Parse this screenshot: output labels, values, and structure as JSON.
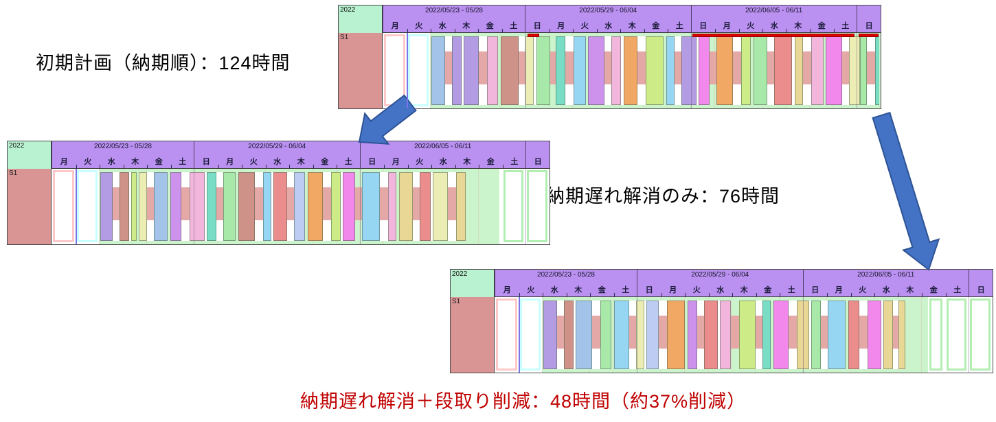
{
  "slide": {
    "captions": [
      {
        "id": "initial",
        "text": "初期計画（納期順）：124時間",
        "color": "#000000"
      },
      {
        "id": "delay-only",
        "text": "納期遅れ解消のみ：76時間",
        "color": "#000000"
      },
      {
        "id": "delay-setup",
        "text": "納期遅れ解消＋段取り削減：48時間（約37%削減）",
        "color": "#c00000"
      }
    ],
    "arrow": {
      "fill": "#4472c4",
      "stroke": "#2e5395"
    }
  },
  "theme": {
    "header_purple": "#ba90f0",
    "year_green": "#b9f2d1",
    "resource_pink": "#d99494",
    "work_green": "#ccf4cc",
    "setup_salmon": "#e4a9a7",
    "late_red": "#e10000",
    "lead_pink_border": "#ffc8c8",
    "lead_cyan_border": "#c8ffff",
    "cursor_blue": "#7b74e8",
    "empty_green_border": "#b2eeb2"
  },
  "palette": [
    "#b39ce4",
    "#cf9289",
    "#ecedb4",
    "#a3c4e8",
    "#cd92ec",
    "#f2b6dc",
    "#a8e8a8",
    "#79ddc6",
    "#f2a865",
    "#cdeb86",
    "#97d6f2",
    "#ec8d8d",
    "#f287ec",
    "#e8d795",
    "#bcccf2",
    "#aae8d2"
  ],
  "charts": [
    {
      "name": "initial-plan",
      "year": "2022",
      "resource": "S1",
      "weeks": [
        {
          "title": "2022/05/23 - 05/28",
          "days": [
            "月",
            "火",
            "水",
            "木",
            "金",
            "土"
          ]
        },
        {
          "title": "2022/05/29 - 06/04",
          "days": [
            "日",
            "月",
            "火",
            "水",
            "木",
            "金",
            "土"
          ]
        },
        {
          "title": "2022/06/05 - 06/11",
          "days": [
            "日",
            "月",
            "火",
            "水",
            "木",
            "金",
            "土"
          ]
        },
        {
          "title": "",
          "days": [
            "日"
          ]
        }
      ],
      "lead_cells": [
        {
          "border": "#ffc8c8",
          "cursor": false
        },
        {
          "border": "#c8ffff",
          "cursor": true
        }
      ],
      "work_start_day": 2,
      "work_end_day": 21,
      "late_markers": [
        {
          "start_day": 6.1,
          "days": 0.55
        },
        {
          "start_day": 13.05,
          "days": 6.9
        },
        {
          "start_day": 20.05,
          "days": 0.9
        }
      ],
      "empty_cells": [],
      "bars": [
        [
          "b",
          20,
          3
        ],
        [
          "s",
          10
        ],
        [
          "b",
          14,
          0
        ],
        [
          "w",
          3
        ],
        [
          "b",
          22,
          0
        ],
        [
          "s",
          12
        ],
        [
          "b",
          16,
          5
        ],
        [
          "g",
          4
        ],
        [
          "b",
          26,
          1
        ],
        [
          "s",
          10
        ],
        [
          "b",
          12,
          2
        ],
        [
          "w",
          4
        ],
        [
          "b",
          20,
          6
        ],
        [
          "t",
          8
        ],
        [
          "b",
          14,
          7
        ],
        [
          "s",
          12
        ],
        [
          "b",
          18,
          10
        ],
        [
          "g",
          3
        ],
        [
          "b",
          24,
          4
        ],
        [
          "s",
          10
        ],
        [
          "b",
          14,
          5
        ],
        [
          "w",
          4
        ],
        [
          "b",
          20,
          8
        ],
        [
          "s",
          12
        ],
        [
          "b",
          26,
          9
        ],
        [
          "g",
          4
        ],
        [
          "b",
          12,
          10
        ],
        [
          "s",
          10
        ],
        [
          "b",
          22,
          0
        ],
        [
          "w",
          3
        ],
        [
          "b",
          16,
          12
        ],
        [
          "t",
          10
        ],
        [
          "b",
          24,
          8
        ],
        [
          "s",
          12
        ],
        [
          "b",
          14,
          9
        ],
        [
          "g",
          4
        ],
        [
          "b",
          20,
          6
        ],
        [
          "s",
          10
        ],
        [
          "b",
          26,
          11
        ],
        [
          "w",
          4
        ],
        [
          "b",
          12,
          13
        ],
        [
          "s",
          12
        ],
        [
          "b",
          18,
          5
        ],
        [
          "g",
          3
        ],
        [
          "b",
          24,
          12
        ],
        [
          "s",
          10
        ],
        [
          "b",
          16,
          2
        ],
        [
          "b",
          10,
          6
        ],
        [
          "s",
          12
        ],
        [
          "b",
          18,
          7
        ]
      ]
    },
    {
      "name": "delay-resolved-only",
      "year": "2022",
      "resource": "S1",
      "weeks": [
        {
          "title": "2022/05/23 - 05/28",
          "days": [
            "月",
            "火",
            "水",
            "木",
            "金",
            "土"
          ]
        },
        {
          "title": "2022/05/29 - 06/04",
          "days": [
            "日",
            "月",
            "火",
            "水",
            "木",
            "金",
            "土"
          ]
        },
        {
          "title": "2022/06/05 - 06/11",
          "days": [
            "日",
            "月",
            "火",
            "水",
            "木",
            "金",
            "土"
          ]
        },
        {
          "title": "",
          "days": [
            "日"
          ]
        }
      ],
      "lead_cells": [
        {
          "border": "#ffc8c8",
          "cursor": false
        },
        {
          "border": "#c8ffff",
          "cursor": true
        }
      ],
      "work_start_day": 2,
      "work_end_day": 18.9,
      "late_markers": [],
      "empty_cells": [
        [
          19,
          20
        ],
        [
          20,
          21
        ]
      ],
      "bars": [
        [
          "b",
          18,
          0
        ],
        [
          "s",
          10
        ],
        [
          "b",
          14,
          1
        ],
        [
          "w",
          3
        ],
        [
          "b",
          8,
          9
        ],
        [
          "g",
          3
        ],
        [
          "b",
          12,
          2
        ],
        [
          "s",
          10
        ],
        [
          "b",
          20,
          3
        ],
        [
          "g",
          4
        ],
        [
          "b",
          16,
          4
        ],
        [
          "s",
          12
        ],
        [
          "b",
          22,
          5
        ],
        [
          "w",
          3
        ],
        [
          "b",
          14,
          7
        ],
        [
          "s",
          10
        ],
        [
          "b",
          18,
          6
        ],
        [
          "g",
          4
        ],
        [
          "b",
          24,
          1
        ],
        [
          "s",
          12
        ],
        [
          "b",
          12,
          10
        ],
        [
          "w",
          3
        ],
        [
          "b",
          20,
          11
        ],
        [
          "s",
          10
        ],
        [
          "b",
          16,
          14
        ],
        [
          "g",
          4
        ],
        [
          "b",
          22,
          8
        ],
        [
          "s",
          12
        ],
        [
          "b",
          14,
          9
        ],
        [
          "w",
          3
        ],
        [
          "b",
          18,
          12
        ],
        [
          "t",
          10
        ],
        [
          "b",
          26,
          10
        ],
        [
          "s",
          12
        ],
        [
          "b",
          12,
          5
        ],
        [
          "g",
          4
        ],
        [
          "b",
          20,
          13
        ],
        [
          "s",
          10
        ],
        [
          "b",
          16,
          11
        ],
        [
          "w",
          3
        ],
        [
          "b",
          22,
          2
        ],
        [
          "s",
          12
        ],
        [
          "b",
          14,
          13
        ]
      ]
    },
    {
      "name": "delay-resolved-plus-setup-reduced",
      "year": "2022",
      "resource": "S1",
      "weeks": [
        {
          "title": "2022/05/23 - 05/28",
          "days": [
            "月",
            "火",
            "水",
            "木",
            "金",
            "土"
          ]
        },
        {
          "title": "2022/05/29 - 06/04",
          "days": [
            "日",
            "月",
            "火",
            "水",
            "木",
            "金",
            "土"
          ]
        },
        {
          "title": "2022/06/05 - 06/11",
          "days": [
            "日",
            "月",
            "火",
            "水",
            "木",
            "金",
            "土"
          ]
        },
        {
          "title": "",
          "days": [
            "日"
          ]
        }
      ],
      "lead_cells": [
        {
          "border": "#ffc8c8",
          "cursor": false
        },
        {
          "border": "#c8ffff",
          "cursor": true
        }
      ],
      "work_start_day": 2,
      "work_end_day": 18.3,
      "late_markers": [],
      "empty_cells": [
        [
          18.3,
          19
        ],
        [
          19,
          20
        ],
        [
          20,
          21
        ]
      ],
      "bars": [
        [
          "b",
          20,
          0
        ],
        [
          "s",
          10
        ],
        [
          "b",
          14,
          1
        ],
        [
          "w",
          3
        ],
        [
          "b",
          24,
          3
        ],
        [
          "s",
          12
        ],
        [
          "b",
          16,
          6
        ],
        [
          "g",
          4
        ],
        [
          "b",
          22,
          10
        ],
        [
          "s",
          10
        ],
        [
          "b",
          12,
          2
        ],
        [
          "w",
          3
        ],
        [
          "b",
          18,
          14
        ],
        [
          "s",
          12
        ],
        [
          "b",
          26,
          8
        ],
        [
          "g",
          4
        ],
        [
          "b",
          14,
          4
        ],
        [
          "s",
          10
        ],
        [
          "b",
          20,
          11
        ],
        [
          "w",
          3
        ],
        [
          "b",
          16,
          5
        ],
        [
          "t",
          12
        ],
        [
          "b",
          24,
          9
        ],
        [
          "s",
          10
        ],
        [
          "b",
          12,
          7
        ],
        [
          "g",
          4
        ],
        [
          "b",
          22,
          12
        ],
        [
          "s",
          12
        ],
        [
          "b",
          18,
          13
        ],
        [
          "w",
          3
        ],
        [
          "b",
          14,
          6
        ],
        [
          "s",
          10
        ],
        [
          "b",
          26,
          10
        ],
        [
          "g",
          4
        ],
        [
          "b",
          16,
          11
        ],
        [
          "s",
          12
        ],
        [
          "b",
          20,
          12
        ],
        [
          "w",
          3
        ],
        [
          "b",
          14,
          13
        ],
        [
          "s",
          8
        ],
        [
          "b",
          10,
          13
        ]
      ]
    }
  ]
}
